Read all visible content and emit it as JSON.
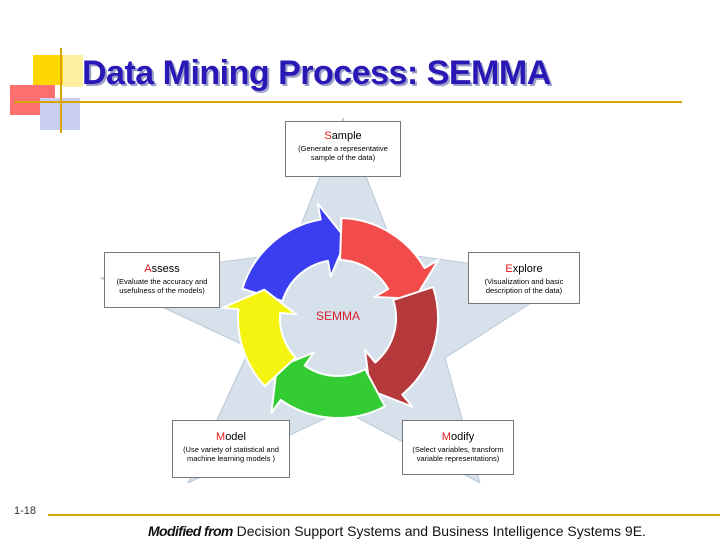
{
  "slide": {
    "title": "Data Mining Process: SEMMA",
    "slide_number": "1-18",
    "footer_prefix": "Modified from",
    "footer_source": "Decision Support Systems and Business Intelligence Systems 9E."
  },
  "diagram": {
    "center_label": "SEMMA",
    "steps": [
      {
        "initial": "S",
        "rest": "ample",
        "description": "(Generate a representative sample of the data)"
      },
      {
        "initial": "E",
        "rest": "xplore",
        "description": "(Visualization and basic description of the data)"
      },
      {
        "initial": "M",
        "rest": "odify",
        "description": "(Select variables, transform variable representations)"
      },
      {
        "initial": "M",
        "rest": "odel",
        "description": "(Use variety of statistical and machine learning models )"
      },
      {
        "initial": "A",
        "rest": "ssess",
        "description": "(Evaluate the accuracy and usefulness of the models)"
      }
    ],
    "arrow_colors": [
      "#3a3ef0",
      "#f24b4b",
      "#b5383a",
      "#33cc33",
      "#f4f410"
    ],
    "star_color": "#d6e1ec"
  }
}
